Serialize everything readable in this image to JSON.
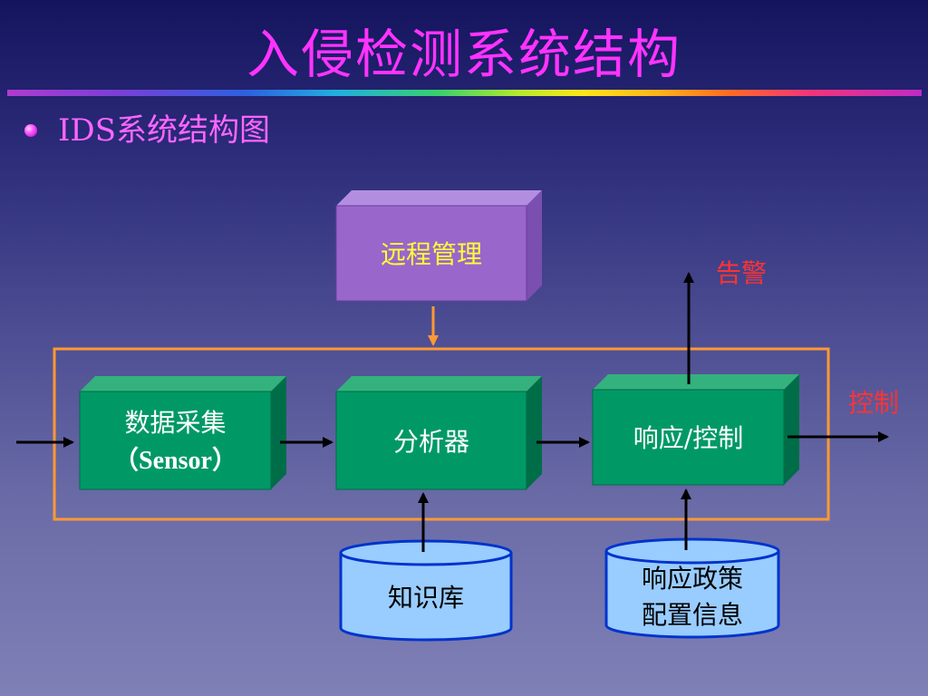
{
  "slide": {
    "title": "入侵检测系统结构",
    "bullet": "IDS系统结构图"
  },
  "diagram": {
    "remote_mgmt": "远程管理",
    "data_collect_line1": "数据采集",
    "data_collect_line2": "（Sensor）",
    "analyzer": "分析器",
    "response_control": "响应/控制",
    "alarm": "告警",
    "control": "控制",
    "knowledge_base": "知识库",
    "policy_line1": "响应政策",
    "policy_line2": "配置信息"
  },
  "colors": {
    "title": "#ff33ff",
    "bullet_text": "#ff66ff",
    "green_box": "#009966",
    "purple_box": "#9966cc",
    "cylinder": "#99ccff",
    "frame": "#ff9933",
    "output_text": "#ff3333"
  }
}
